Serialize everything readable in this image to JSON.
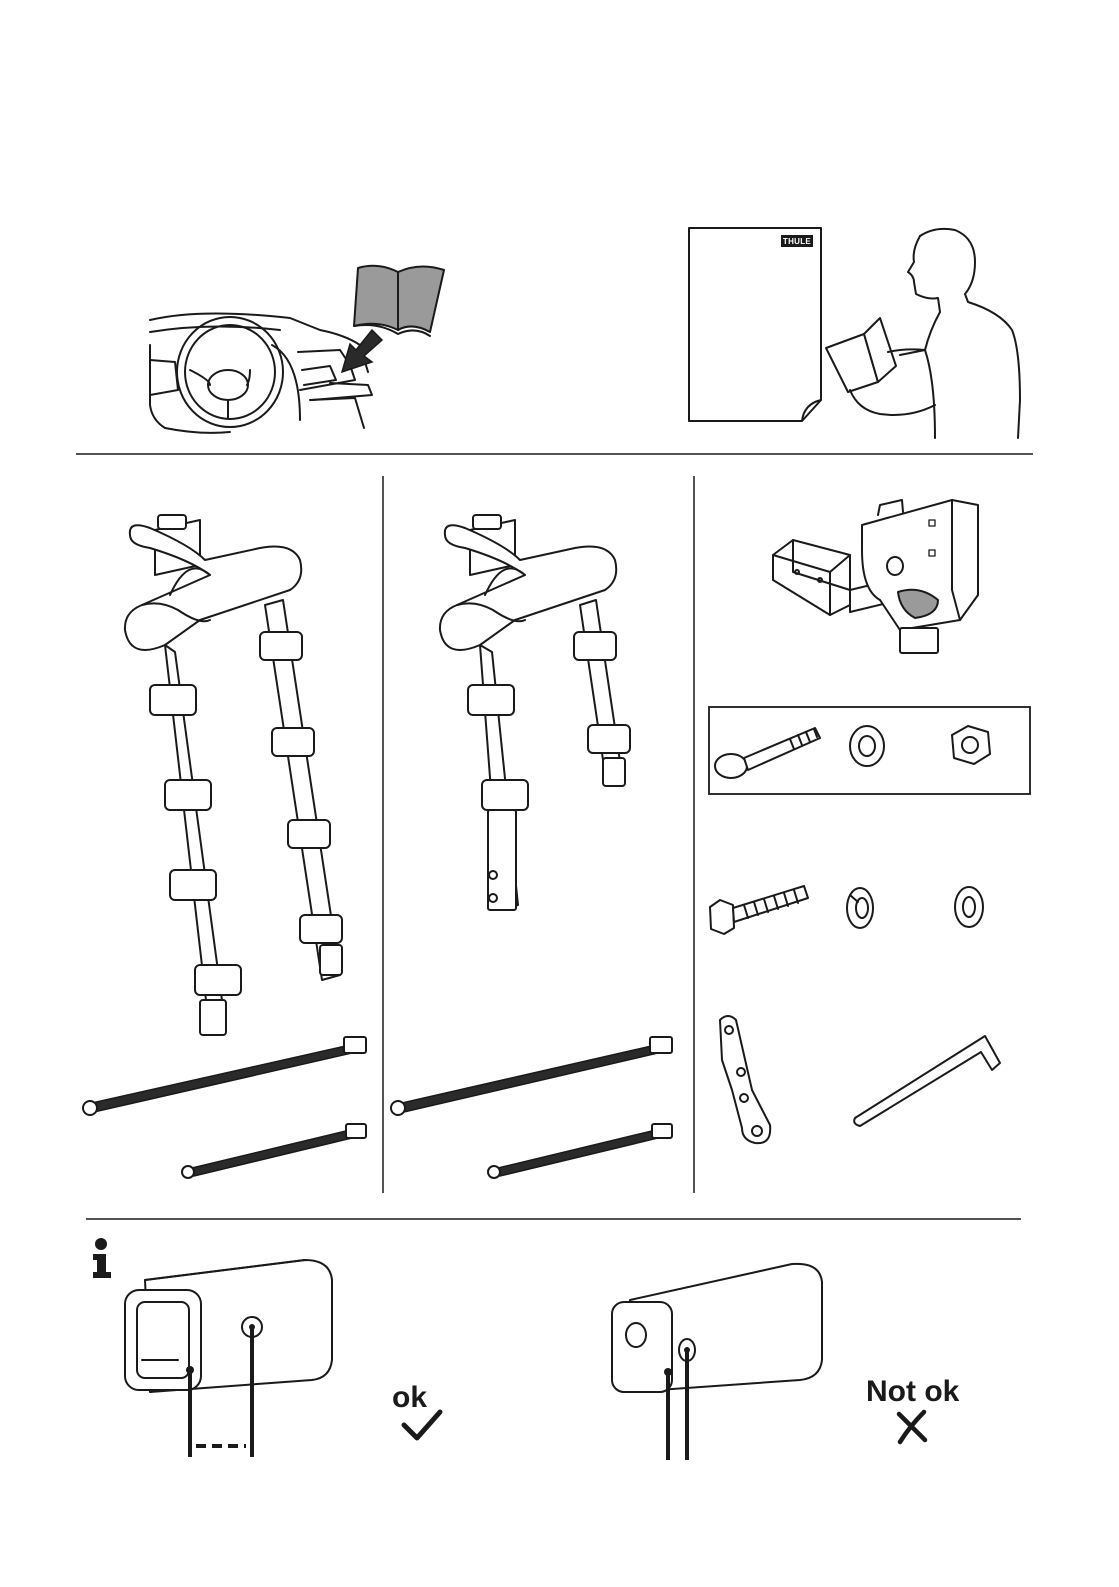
{
  "logo": {
    "brand": "THULE"
  },
  "check": {
    "ok_label": "ok",
    "not_ok_label": "Not ok",
    "ok_icon": "checkmark-icon",
    "not_ok_icon": "cross-icon",
    "info_icon": "info-icon"
  },
  "sections": [
    "read-instructions",
    "parts-three-bike-arm",
    "parts-two-bike-arm",
    "parts-hitch-hardware",
    "hitch-receiver-check"
  ]
}
